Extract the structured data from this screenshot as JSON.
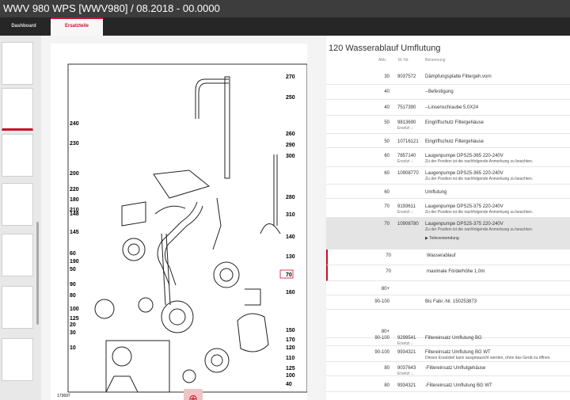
{
  "header": {
    "title": "WWV 980 WPS [WWV980] / 08.2018 - 00.0000"
  },
  "tabs": [
    {
      "label": "Dashboard"
    },
    {
      "label": "Ersatzteile"
    }
  ],
  "diagram": {
    "id": "173697",
    "zoom_icon": "zoom-in-icon",
    "callouts": [
      "270",
      "250",
      "260",
      "290",
      "300",
      "280",
      "310",
      "140",
      "130",
      "70",
      "160",
      "150",
      "170",
      "120",
      "110",
      "125",
      "100",
      "40",
      "240",
      "230",
      "200",
      "220",
      "180",
      "210",
      "148",
      "145",
      "60",
      "190",
      "50",
      "90",
      "80",
      "100",
      "125",
      "20",
      "30",
      "10"
    ]
  },
  "parts": {
    "title": "120 Wasserablauf Umflutung",
    "columns": {
      "abb": "Abb.",
      "mnr": "M.-Nr.",
      "ben": "Benennung"
    },
    "rows": [
      {
        "abb": "30",
        "mnr": "9037572",
        "mnr_sub": "",
        "ben": "Dämpfungsplatte Filtergeh.vorn",
        "note": ""
      },
      {
        "abb": "40",
        "mnr": "",
        "mnr_sub": "",
        "ben": "--Befestigung",
        "note": ""
      },
      {
        "abb": "40",
        "mnr": "7517390",
        "mnr_sub": "",
        "ben": "--Linsenschraube 5,0X24",
        "note": ""
      },
      {
        "abb": "50",
        "mnr": "9813690",
        "mnr_sub": "Ersetzt ↓",
        "ben": "Eingriffschutz Filtergehäuse",
        "note": ""
      },
      {
        "abb": "50",
        "mnr": "10716121",
        "mnr_sub": "",
        "ben": "Eingriffschutz Filtergehäuse",
        "note": ""
      },
      {
        "abb": "60",
        "mnr": "7857140",
        "mnr_sub": "Ersetzt ↓",
        "ben": "Laugenpumpe DPS25-365 220-240V",
        "note": "Zu der Position ist die nachfolgende Anmerkung zu beachten."
      },
      {
        "abb": "60",
        "mnr": "10908770",
        "mnr_sub": "",
        "ben": "Laugenpumpe DPS25-365 220-240V",
        "note": "Zu der Position ist die nachfolgende Anmerkung zu beachten."
      },
      {
        "abb": "60",
        "mnr": "",
        "mnr_sub": "",
        "ben": "Umflutung",
        "note": ""
      },
      {
        "abb": "70",
        "mnr": "9193611",
        "mnr_sub": "Ersetzt ↓",
        "ben": "Laugenpumpe DPS25-375 220-240V",
        "note": "Zu der Position ist die nachfolgende Anmerkung zu beachten."
      },
      {
        "abb": "70",
        "mnr": "10908780",
        "mnr_sub": "",
        "ben": "Laugenpumpe DPS25-375 220-240V",
        "note": "Zu der Position ist die nachfolgende Anmerkung zu beachten.",
        "extra": "Teileverwendung"
      },
      {
        "abb": "70",
        "mnr": "",
        "mnr_sub": "",
        "ben": "Wasserablauf",
        "note": ""
      },
      {
        "abb": "70",
        "mnr": "",
        "mnr_sub": "",
        "ben": "maximale Förderhöhe 1,0m",
        "note": ""
      },
      {
        "abb": "80+",
        "mnr": "",
        "mnr_sub": "",
        "ben": "",
        "note": ""
      },
      {
        "abb": "90-100",
        "mnr": "",
        "mnr_sub": "",
        "ben": "Bis Fabr.-Nr. 150253873",
        "note": ""
      },
      {
        "abb": "80+",
        "mnr": "",
        "mnr_sub": "",
        "ben": "",
        "note": ""
      },
      {
        "abb": "90-100",
        "mnr": "9299541",
        "mnr_sub": "Ersetzt ↓",
        "ben": "Filtereinsatz Umflutung BG",
        "note": ""
      },
      {
        "abb": "90-100",
        "mnr": "9934321",
        "mnr_sub": "",
        "ben": "Filtereinsatz Umflutung BG WT",
        "note": "Dieses Ersatzteil kann ausgetauscht werden, ohne das Gerät zu öffnen."
      },
      {
        "abb": "80",
        "mnr": "9037643",
        "mnr_sub": "Ersetzt ↓",
        "ben": "-Filtereinsatz Umflutgehäuse",
        "note": ""
      },
      {
        "abb": "80",
        "mnr": "9934321",
        "mnr_sub": "",
        "ben": "-Filtereinsatz Umflutung BG WT",
        "note": ""
      }
    ]
  },
  "colors": {
    "accent": "#c8102e",
    "titlebar": "#3d3d3d",
    "tabbar": "#262626"
  }
}
